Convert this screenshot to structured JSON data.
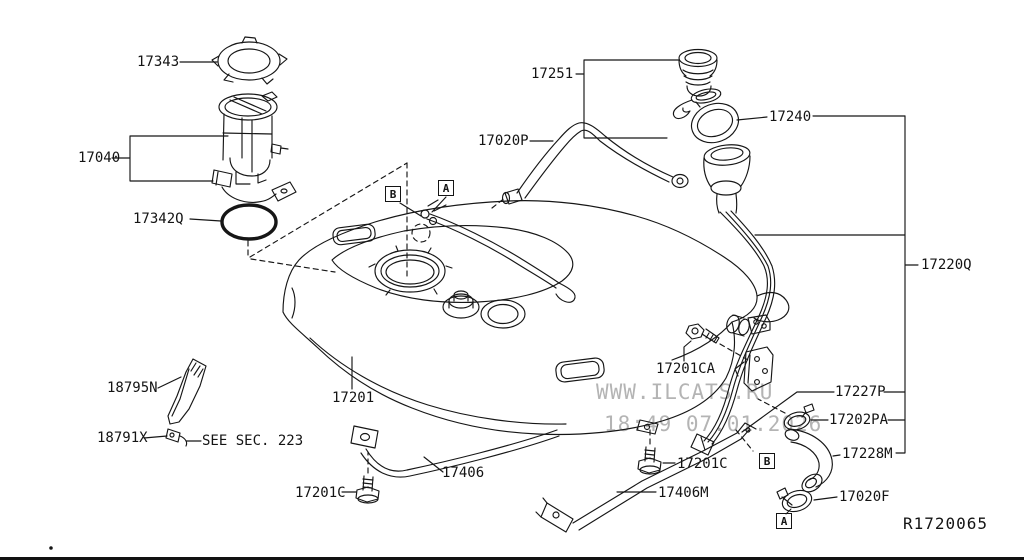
{
  "diagram": {
    "drawing_code": "R1720065",
    "note": "SEE SEC. 223",
    "watermark": {
      "line1": "WWW.ILCATS.RU",
      "line2": "18:49 07.01.2026"
    },
    "colors": {
      "line": "#161616",
      "background": "#ffffff",
      "watermark": "#b4b4b4"
    }
  },
  "part_labels": {
    "lock_ring": "17343",
    "fuel_pump_assembly": "17040",
    "o_ring": "17342Q",
    "protector": "18795N",
    "clip": "18791X",
    "fuel_tank": "17201",
    "tank_bolt": "17201C",
    "band_front": "17406",
    "band_rear": "17406M",
    "breather_hose": "17020P",
    "filler_cap": "17251",
    "filler_gasket": "17240",
    "filler_tube_assy": "17220Q",
    "tube_protector": "17227P",
    "clamp_upper": "17202PA",
    "filler_hose": "17228M",
    "bracket_bolt": "17201CA",
    "clamp_lower": "17020F"
  },
  "ref_markers": {
    "a": "A",
    "b": "B"
  }
}
